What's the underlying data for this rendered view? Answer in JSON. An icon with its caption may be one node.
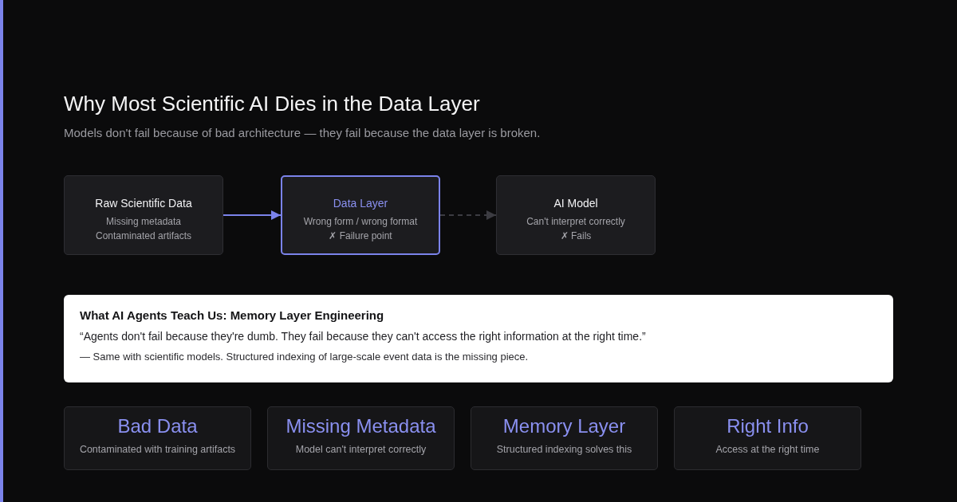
{
  "diagram": {
    "title": "Why Most Scientific AI Dies in the Data Layer",
    "nodes": [
      {
        "text": [
          "Raw Scientific Data",
          "Missing metadata",
          "Contaminated artifacts"
        ]
      },
      {
        "text": [
          "Data Layer",
          "Wrong form / wrong format",
          "✗ Failure point"
        ]
      },
      {
        "text": [
          "AI Model",
          "Can't interpret correctly",
          "✗ Fails"
        ]
      },
      {
        "text": [
          "What AI Agents Teach Us: Memory Layer Engineering",
          "“Agents don't fail because they're dumb. They fail because they can't access the right information at the right time.”",
          "— Same with scientific models. Structured indexing of large-scale event data is the missing piece."
        ]
      },
      {
        "text": [
          "Bad Data",
          "Contaminated with training artifacts"
        ]
      },
      {
        "text": [
          "Missing Metadata",
          "Model can't interpret correctly"
        ]
      },
      {
        "text": [
          "Memory Layer",
          "Structured indexing solves this"
        ]
      },
      {
        "text": [
          "Right Info",
          "Access at the right time"
        ]
      }
    ],
    "edges": [
      {
        "from": 0,
        "to": 1,
        "arrow": "to",
        "color": "#7b83eb"
      },
      {
        "from": 1,
        "to": 2,
        "arrow": "to",
        "style": "dashed",
        "color": "#3c3c42"
      }
    ],
    "labels": [
      "Models don't fail because of bad architecture — they fail because the data layer is broken."
    ]
  }
}
